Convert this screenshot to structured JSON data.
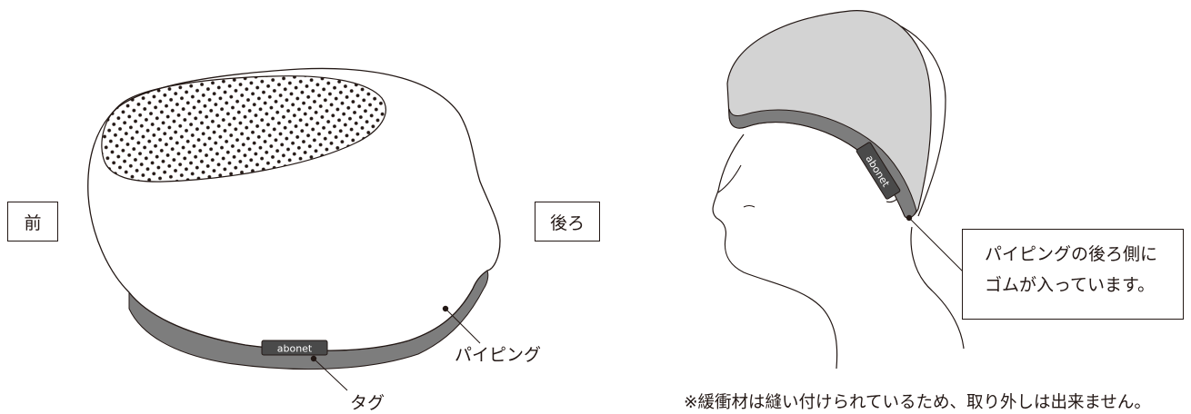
{
  "left_figure": {
    "front_label": "前",
    "back_label": "後ろ",
    "tag_callout": "タグ",
    "piping_callout": "パイピング",
    "tag_brand": "abonet"
  },
  "right_figure": {
    "note_line1": "パイピングの後ろ側に",
    "note_line2": "ゴムが入っています。",
    "tag_brand": "abonet"
  },
  "footnote": "※緩衝材は縫い付けられているため、取り外しは出来ません。",
  "colors": {
    "line": "#231815",
    "piping": "#7d7d7d",
    "cap_fill": "#d3d3d3",
    "tag": "#4a4a4a"
  }
}
